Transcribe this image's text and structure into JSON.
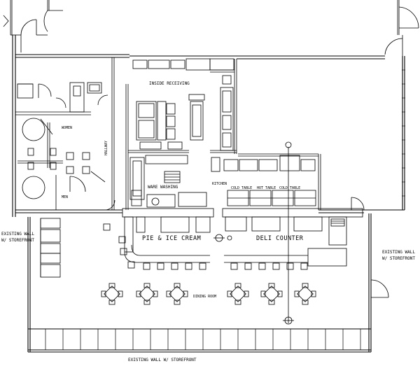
{
  "drawing": {
    "line_color": "#000000",
    "background": "#ffffff",
    "labels": {
      "inside_receiving": "INSIDE RECEIVING",
      "women": "WOMEN",
      "men": "MEN",
      "hallway": "HALLWAY",
      "ware_washing": "WARE WASHING",
      "kitchen": "KITCHEN",
      "cold_table": "COLD TABLE",
      "hot_table": "HOT TABLE",
      "cold_table_2": "COLD TABLE",
      "pie_ice_cream": "PIE & ICE CREAM",
      "deli_counter": "DELI COUNTER",
      "dining_room": "DINING ROOM",
      "existing_wall_left_1": "EXISTING WALL",
      "existing_wall_left_2": "W/ STOREFRONT",
      "existing_wall_right_1": "EXISTING WALL",
      "existing_wall_right_2": "W/ STOREFRONT",
      "existing_wall_bottom": "EXISTING WALL W/ STOREFRONT"
    }
  }
}
